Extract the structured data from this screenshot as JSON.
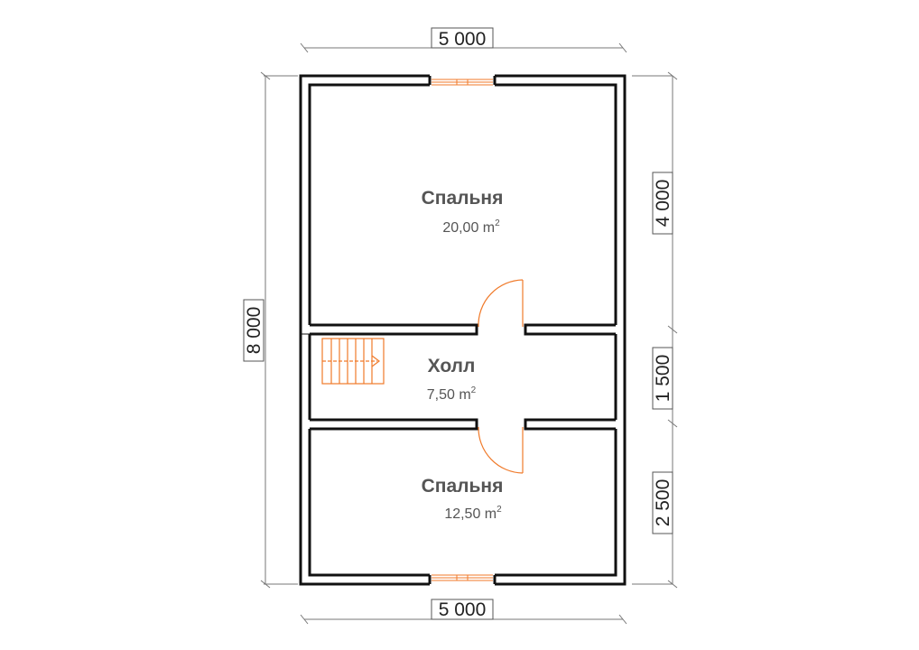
{
  "dimensions": {
    "top": "5 000",
    "bottom": "5 000",
    "left": "8 000",
    "right_upper": "4 000",
    "right_middle": "1 500",
    "right_lower": "2 500"
  },
  "rooms": [
    {
      "name": "Спальня",
      "area": "20,00 m",
      "area_unit_sup": "2"
    },
    {
      "name": "Холл",
      "area": "7,50 m",
      "area_unit_sup": "2"
    },
    {
      "name": "Спальня",
      "area": "12,50 m",
      "area_unit_sup": "2"
    }
  ],
  "colors": {
    "wall": "#111111",
    "door_window": "#f07a2a",
    "dimension_line": "#777777"
  },
  "icons": {
    "window": "window-icon",
    "door": "door-swing-icon",
    "stairs": "stairs-icon"
  }
}
